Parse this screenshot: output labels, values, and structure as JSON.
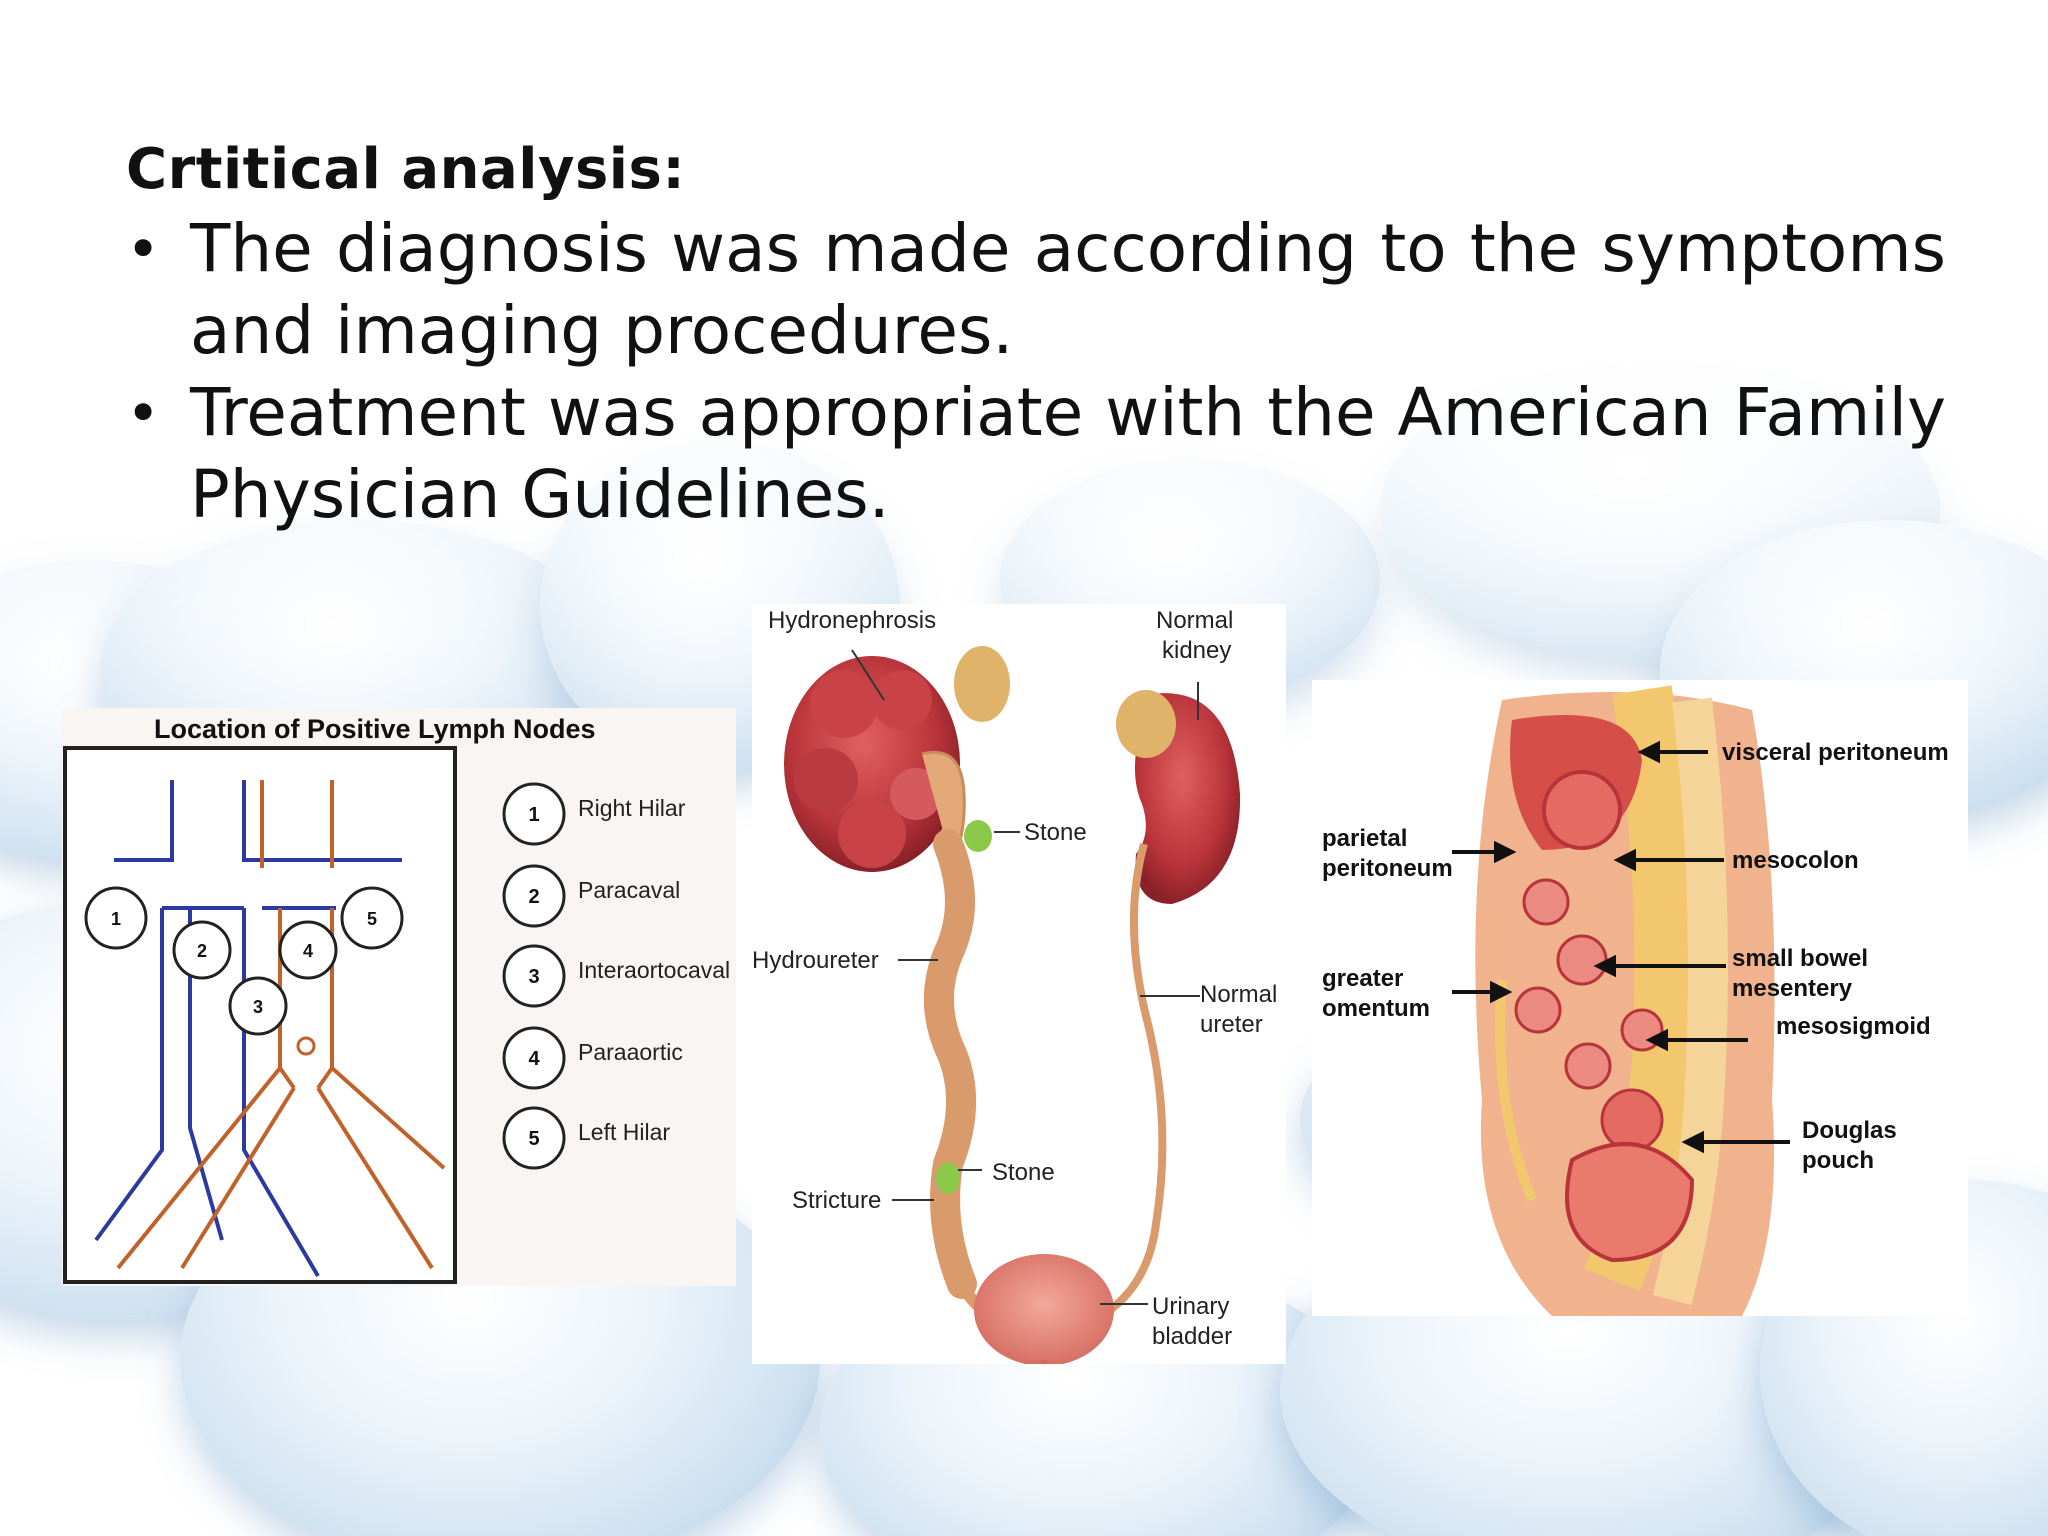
{
  "slide": {
    "heading": "Crtitical  analysis:",
    "bullets": [
      "The  diagnosis  was  made  according  to  the  symptoms  and  imaging  procedures.",
      "Treatment  was  appropriate  with  the  American  Family  Physician  Guidelines."
    ],
    "bullet_glyph": "•"
  },
  "lymph_figure": {
    "title": "Location of Positive Lymph Nodes",
    "nodes": [
      {
        "num": "1",
        "label": "Right Hilar"
      },
      {
        "num": "2",
        "label": "Paracaval"
      },
      {
        "num": "3",
        "label": "Interaortocaval"
      },
      {
        "num": "4",
        "label": "Paraaortic"
      },
      {
        "num": "5",
        "label": "Left Hilar"
      }
    ],
    "colors": {
      "vein": "#2a3aa0",
      "artery": "#c0622a"
    }
  },
  "kidney_figure": {
    "labels": {
      "hydronephrosis": "Hydronephrosis",
      "normal_kidney_1": "Normal",
      "normal_kidney_2": "kidney",
      "stone_upper": "Stone",
      "hydroureter": "Hydroureter",
      "normal_ureter_1": "Normal",
      "normal_ureter_2": "ureter",
      "stricture": "Stricture",
      "stone_lower": "Stone",
      "bladder_1": "Urinary",
      "bladder_2": "bladder"
    }
  },
  "peritoneum_figure": {
    "labels": {
      "visceral": "visceral peritoneum",
      "parietal_1": "parietal",
      "parietal_2": "peritoneum",
      "mesocolon": "mesocolon",
      "greater_1": "greater",
      "greater_2": "omentum",
      "small_bowel_1": "small bowel",
      "small_bowel_2": "mesentery",
      "mesosigmoid": "mesosigmoid",
      "douglas_1": "Douglas",
      "douglas_2": "pouch"
    }
  }
}
